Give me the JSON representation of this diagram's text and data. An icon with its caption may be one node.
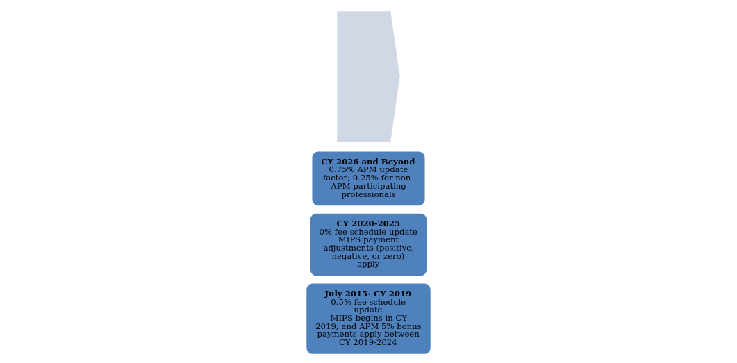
{
  "diagram": {
    "nodes": [
      {
        "text": [
          "July 2015- CY 2019",
          "0.5% fee schedule update",
          "MIPS begins in CY 2019; and APM 5% bonus payments apply between CY 2019-2024"
        ]
      },
      {
        "text": [
          "CY 2020-2025",
          "0% fee schedule update",
          "MIPS payment adjustments (positive, negative, or zero) apply"
        ]
      },
      {
        "text": [
          "CY 2026 and Beyond",
          "0.75% APM update factor; 0.25% for non-APM participating professionals"
        ]
      },
      {
        "text": [],
        "shape": "arrow"
      }
    ],
    "edges": []
  }
}
